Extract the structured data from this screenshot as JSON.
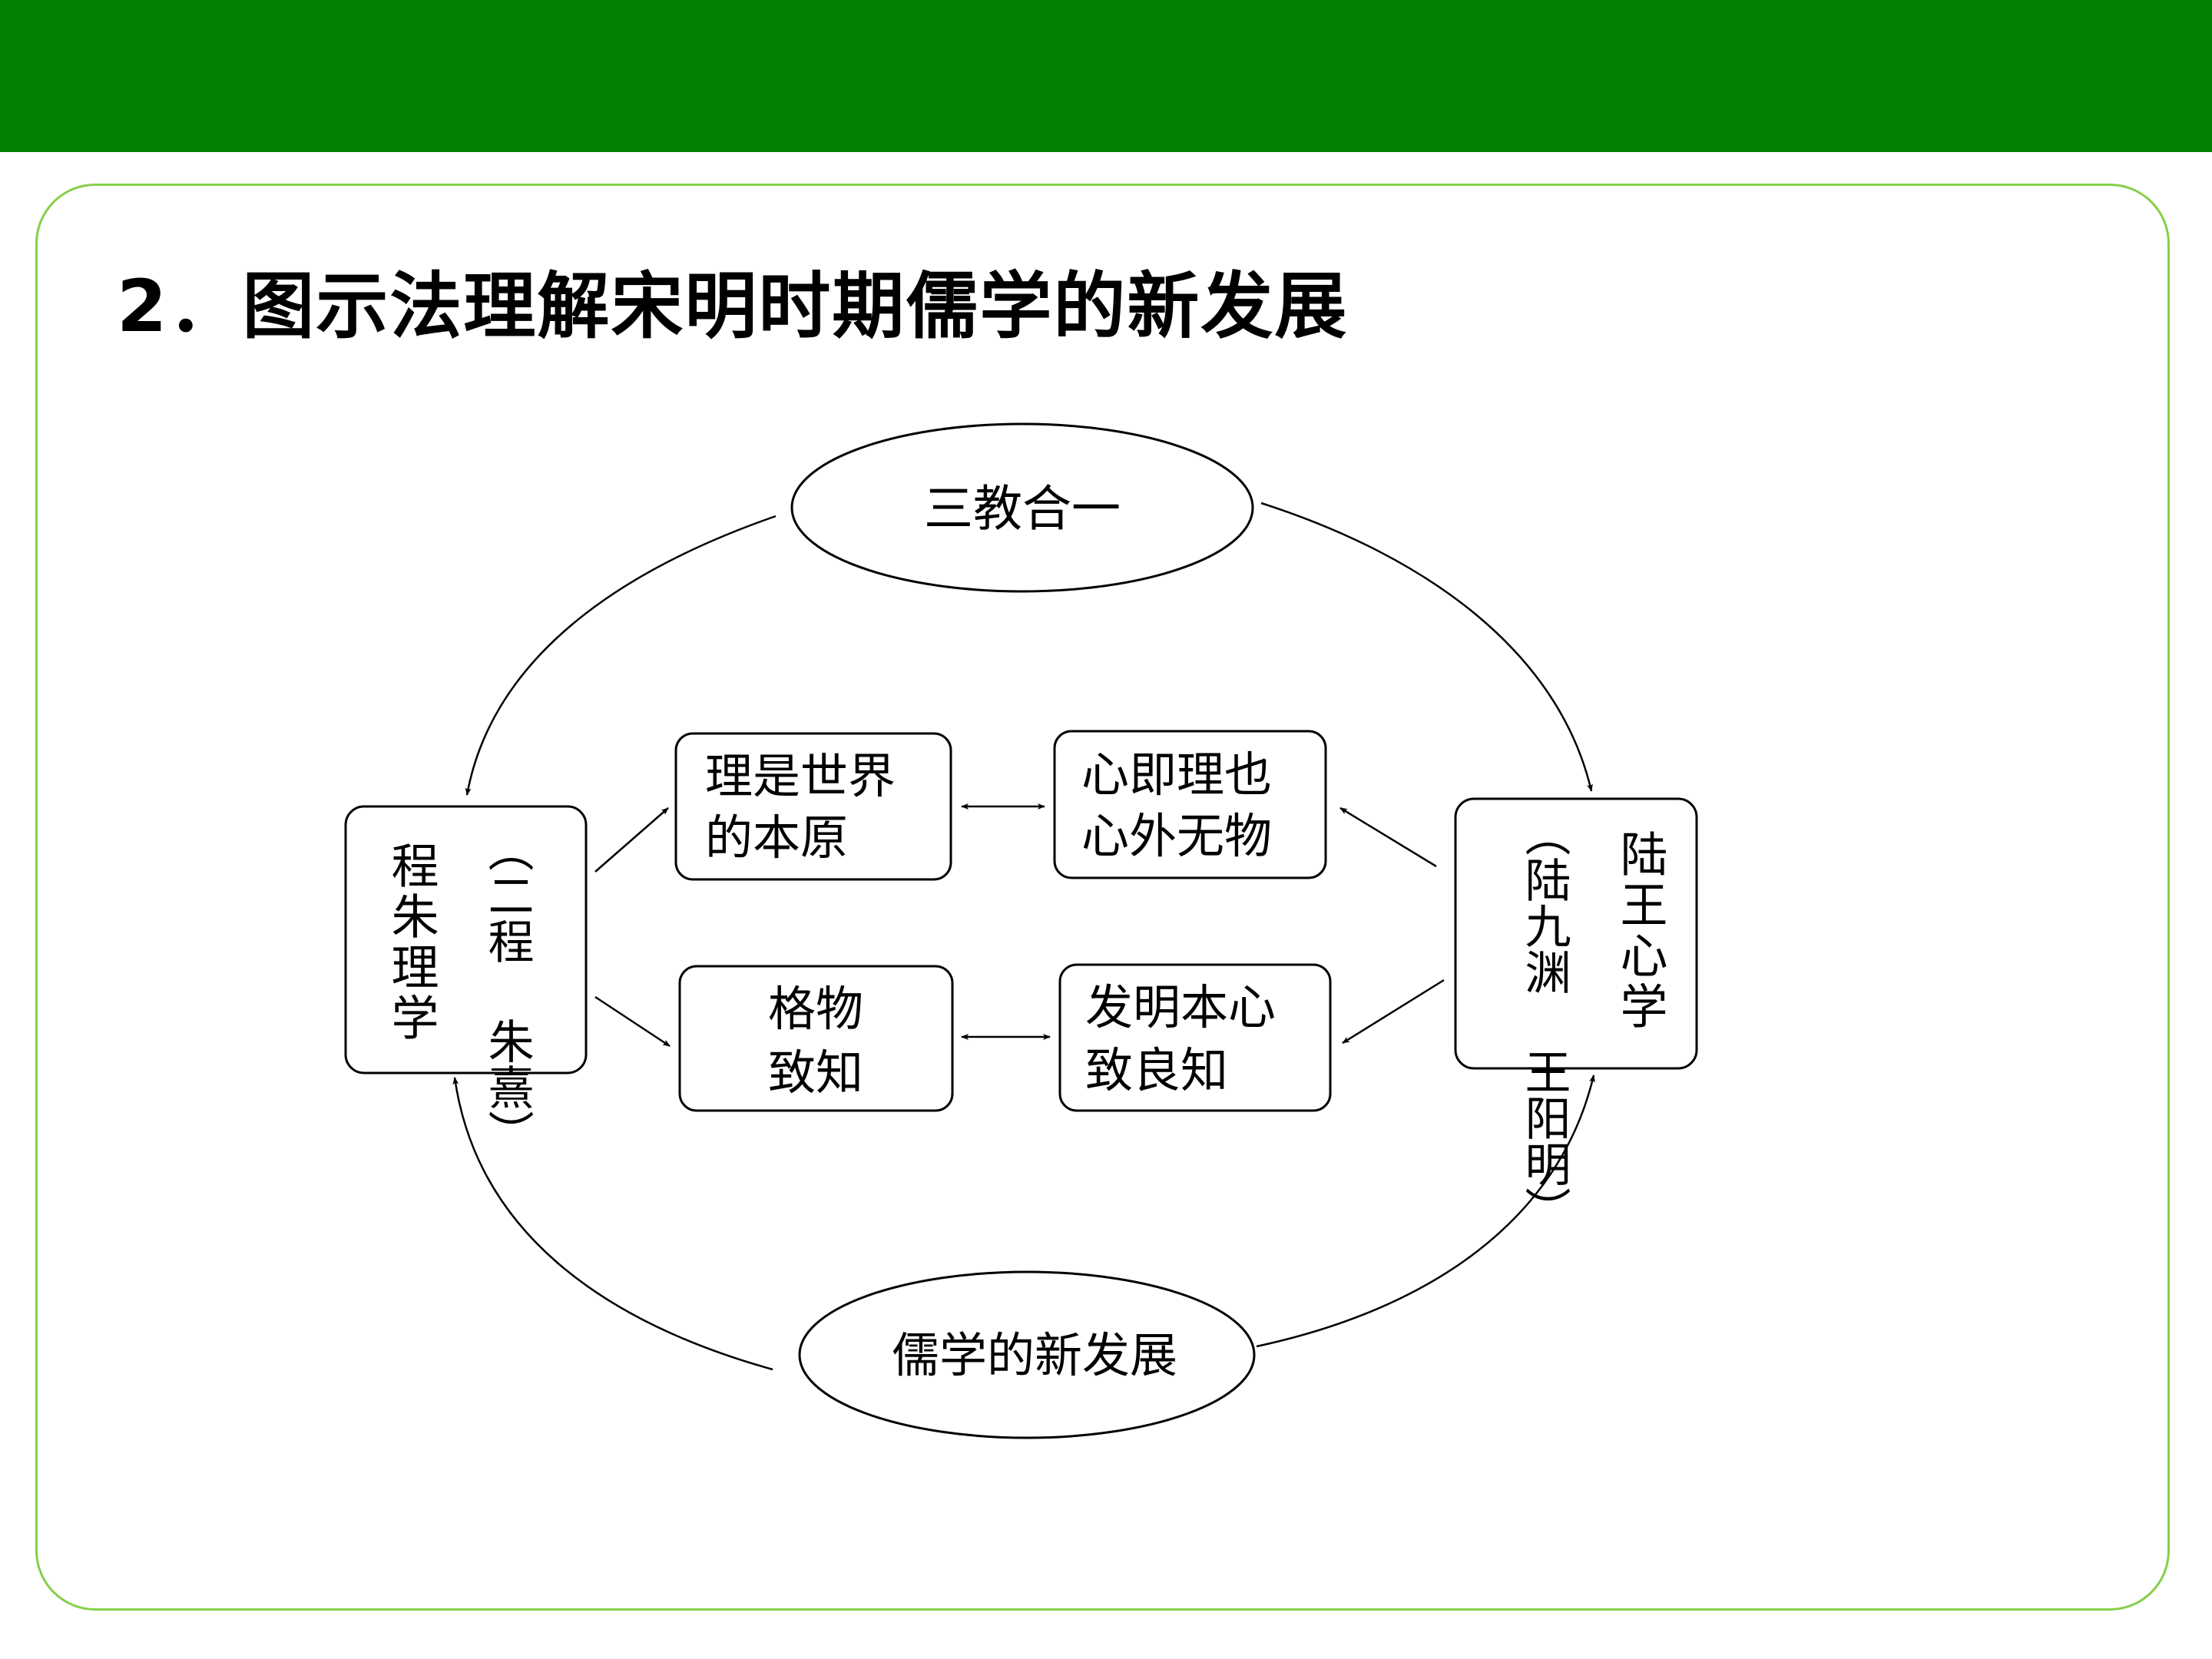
{
  "header": {
    "bar_color": "#028002"
  },
  "frame": {
    "border_color": "#86cf4a"
  },
  "title": "2．图示法理解宋明时期儒学的新发展",
  "diagram": {
    "top_ellipse": "三教合一",
    "bottom_ellipse": "儒学的新发展",
    "left_box": {
      "title": "程朱理学",
      "note": "（二程 朱熹）"
    },
    "right_box": {
      "title": "陆王心学",
      "note": "（陆九渊 王阳明）"
    },
    "middle_top_left": {
      "line1": "理是世界",
      "line2": "的本原"
    },
    "middle_top_right": {
      "line1": "心即理也",
      "line2": "心外无物"
    },
    "middle_bottom_left": {
      "line1": "格物",
      "line2": "致知"
    },
    "middle_bottom_right": {
      "line1": "发明本心",
      "line2": "致良知"
    }
  }
}
